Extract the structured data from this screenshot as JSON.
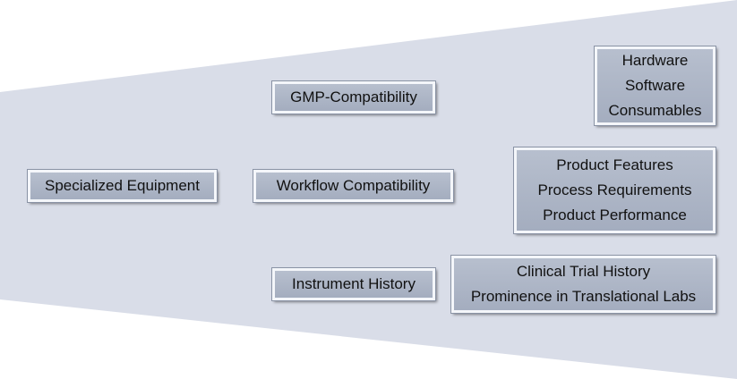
{
  "colors": {
    "funnel": "#d9dde8",
    "box_fill": "#abb3c4",
    "box_border": "#f4f6fa"
  },
  "nodes": {
    "specialized_equipment": "Specialized Equipment",
    "gmp_compatibility": "GMP-Compatibility",
    "workflow_compatibility": "Workflow Compatibility",
    "instrument_history": "Instrument History",
    "hw_sw_consumables": [
      "Hardware",
      "Software",
      "Consumables"
    ],
    "product_group": [
      "Product Features",
      "Process Requirements",
      "Product Performance"
    ],
    "history_group": [
      "Clinical Trial History",
      "Prominence in Translational Labs"
    ]
  }
}
